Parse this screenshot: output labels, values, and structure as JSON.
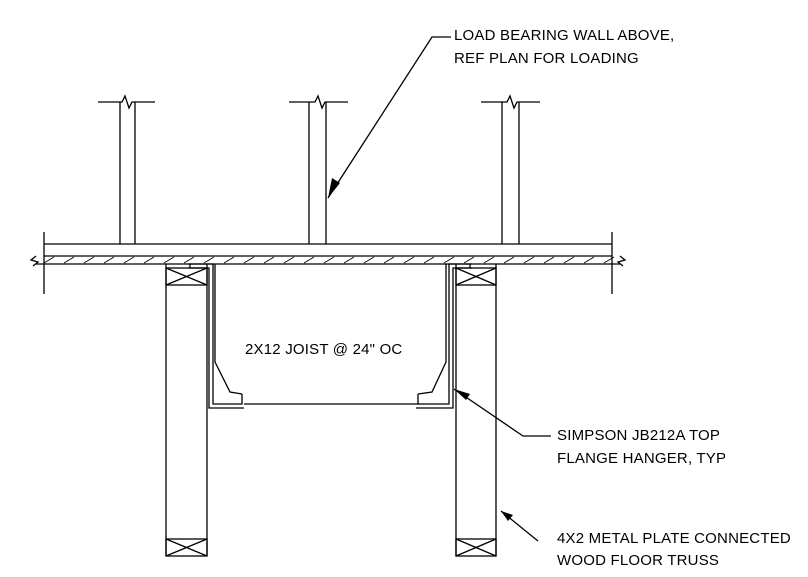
{
  "annotations": {
    "wall": {
      "line1": "LOAD BEARING WALL ABOVE,",
      "line2": "REF PLAN FOR LOADING"
    },
    "joist": {
      "text": "2X12 JOIST @ 24\" OC"
    },
    "hanger": {
      "line1": "SIMPSON JB212A TOP",
      "line2": "FLANGE HANGER, TYP"
    },
    "truss": {
      "line1": "4X2 METAL PLATE CONNECTED",
      "line2": "WOOD FLOOR TRUSS"
    }
  },
  "colors": {
    "ink": "#000000",
    "background": "#ffffff"
  }
}
